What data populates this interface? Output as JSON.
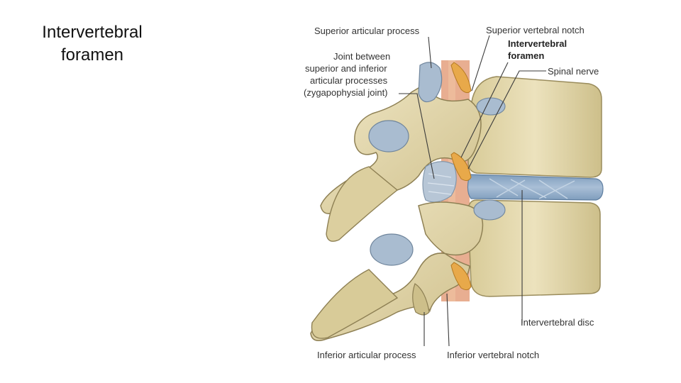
{
  "slide": {
    "title_line1": "Intervertebral",
    "title_line2": "foramen"
  },
  "figure": {
    "labels": {
      "superior_articular_process": "Superior articular process",
      "superior_vertebral_notch": "Superior vertebral notch",
      "intervertebral_foramen_line1": "Intervertebral",
      "intervertebral_foramen_line2": "foramen",
      "spinal_nerve": "Spinal nerve",
      "joint_line1": "Joint between",
      "joint_line2": "superior and inferior",
      "joint_line3": "articular processes",
      "joint_line4": "(zygapophysial joint)",
      "intervertebral_disc": "Intervertebral disc",
      "inferior_articular_process": "Inferior articular process",
      "inferior_vertebral_notch": "Inferior vertebral notch"
    },
    "colors": {
      "bone": "#e6dcb4",
      "bone_shadow": "#b9ab78",
      "cartilage": "#9fb4c8",
      "disc": "#8fa9c4",
      "nerve": "#e8a94a",
      "dura": "#d98a6a"
    }
  }
}
